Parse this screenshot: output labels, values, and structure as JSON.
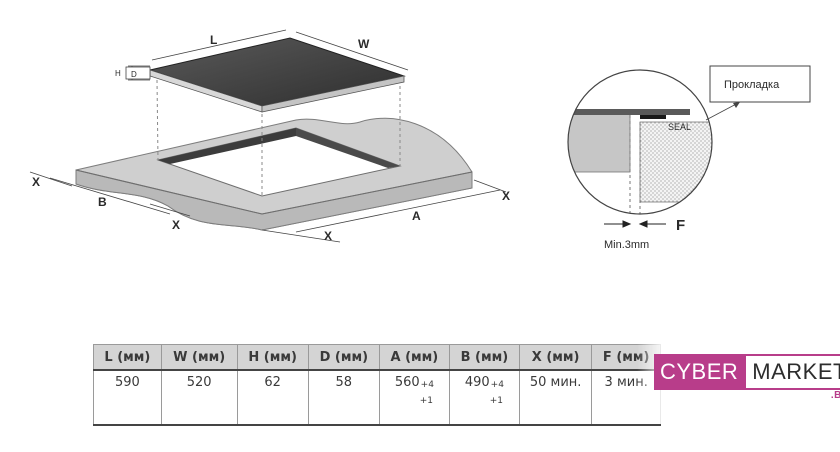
{
  "diagram": {
    "hob_labels": {
      "length": "L",
      "width": "W",
      "height": "H",
      "depth": "D"
    },
    "cutout_labels": {
      "gap": "X",
      "cut_a": "A",
      "cut_b": "B"
    },
    "detail": {
      "callout": "Прокладка",
      "seal": "SEAL",
      "gap_label": "F",
      "min_gap": "Min.3mm"
    }
  },
  "table": {
    "headers": [
      "L (мм)",
      "W (мм)",
      "H (мм)",
      "D (мм)",
      "A (мм)",
      "B (мм)",
      "X (мм)",
      "F (мм)"
    ],
    "values": {
      "L": "590",
      "W": "520",
      "H": "62",
      "D": "58",
      "A": {
        "main": "560",
        "tol_plus": "+4",
        "tol_minus": "+1"
      },
      "B": {
        "main": "490",
        "tol_plus": "+4",
        "tol_minus": "+1"
      },
      "X": "50 мин.",
      "F": "3 мин."
    }
  },
  "logo": {
    "left": "CYBER",
    "right": "MARKET",
    "suffix": ".BY",
    "brand_color": "#b83d8a"
  },
  "colors": {
    "hob_top": "#3c3c3c",
    "counter": "#cfcfcf",
    "counter_edge": "#9c9c9c",
    "seal": "#1a1a1a"
  }
}
